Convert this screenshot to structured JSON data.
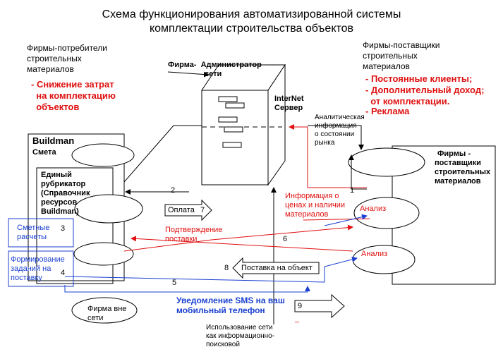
{
  "title": {
    "line1": "Схема функционирования автоматизированной системы",
    "line2": "комплектации строительства объектов"
  },
  "consumers": {
    "label": [
      "Фирмы-потребители",
      "строительных",
      "материалов"
    ],
    "benefit": [
      "- Снижение затрат",
      "  на комплектацию",
      "  объектов"
    ]
  },
  "suppliers": {
    "label": [
      "Фирмы-поставщики",
      "строительных",
      "материалов"
    ],
    "benefits": [
      "- Постоянные клиенты;",
      "- Дополнительный доход;",
      "  от комплектации.",
      "- Реклама"
    ],
    "box_title": [
      "Фирмы -",
      "поставщики",
      "строительных",
      "материалов"
    ]
  },
  "admin": {
    "label": [
      "Фирма-  Администратор",
      "сети"
    ]
  },
  "server": {
    "label": [
      "InterNet",
      "Сервер"
    ]
  },
  "analytics": {
    "label": [
      "Аналитическая",
      "информация",
      "о состоянии",
      "рынка"
    ]
  },
  "buildman": {
    "title": "Buildman",
    "subtitle": "Смета",
    "rubricator": [
      "Единый",
      "рубрикатор",
      "(Справочник",
      "ресурсов",
      "Buildman)"
    ]
  },
  "modules": {
    "estimates": {
      "label": [
        "Сметные",
        "расчеты"
      ],
      "num": "3"
    },
    "orders": {
      "label": [
        "Формирование",
        "заданий на",
        "поставку"
      ],
      "num": "4"
    }
  },
  "flows": {
    "n1": "1",
    "n2": "2",
    "n5": "5",
    "n6": "6",
    "payment": "Оплата",
    "n7": "7",
    "delivery": "Поставка на объект",
    "n8": "8",
    "n9": "9",
    "confirm": [
      "Подтверждение",
      "поставки"
    ],
    "price_info": [
      "Информация о",
      "ценах и наличии",
      "материалов"
    ],
    "analysis1": "Анализ",
    "analysis2": "Анализ",
    "sms": [
      "Уведомление SMS на ваш",
      "мобильный телефон"
    ],
    "search_use": [
      "Использование сети",
      "как информационно-",
      "поисковой"
    ],
    "dash": "_"
  },
  "outside": {
    "label": [
      "Фирма вне",
      "сети"
    ]
  },
  "colors": {
    "red": "#e01010",
    "blue": "#1a3fd0",
    "line": "#000000"
  }
}
